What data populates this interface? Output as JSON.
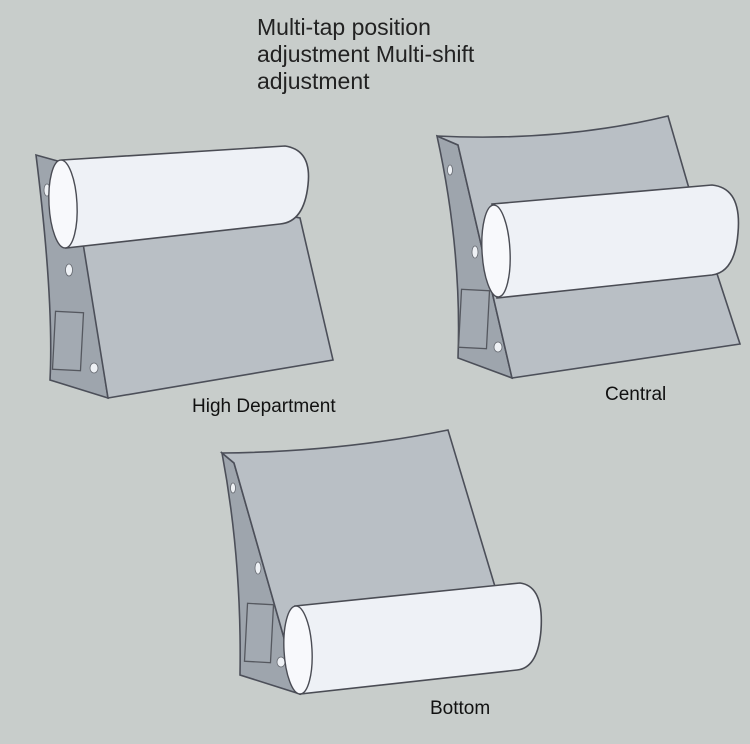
{
  "title": "Multi-tap position adjustment Multi-shift adjustment",
  "positions": [
    {
      "label": "High Department"
    },
    {
      "label": "Central"
    },
    {
      "label": "Bottom"
    }
  ],
  "colors": {
    "background": "#c8cdcb",
    "wedge": "#b9bfc5",
    "roll": "#eef1f6"
  }
}
